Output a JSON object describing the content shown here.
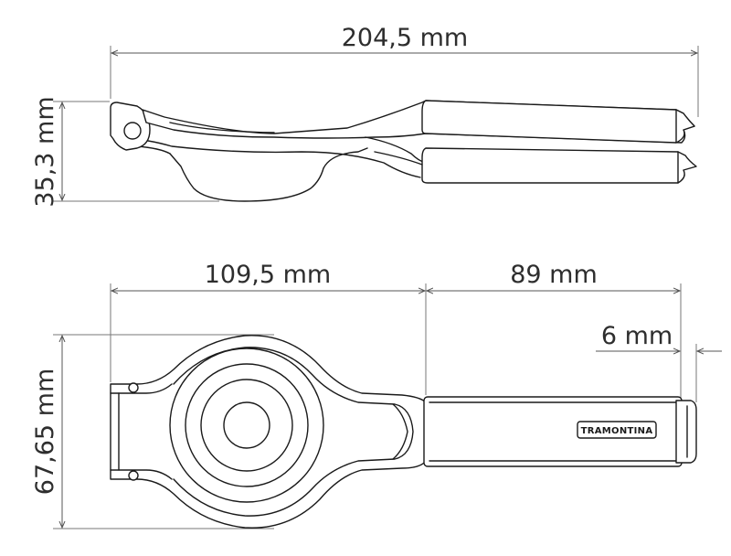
{
  "dimensions": {
    "overall_length": "204,5 mm",
    "height_side": "35,3 mm",
    "bowl_section": "109,5 mm",
    "handle_section": "89 mm",
    "handle_tip": "6 mm",
    "width_top": "67,65 mm"
  },
  "brand": "TRAMONTINA",
  "colors": {
    "line": "#1a1a1a",
    "dimension": "#555555",
    "text": "#2e2e2e"
  }
}
